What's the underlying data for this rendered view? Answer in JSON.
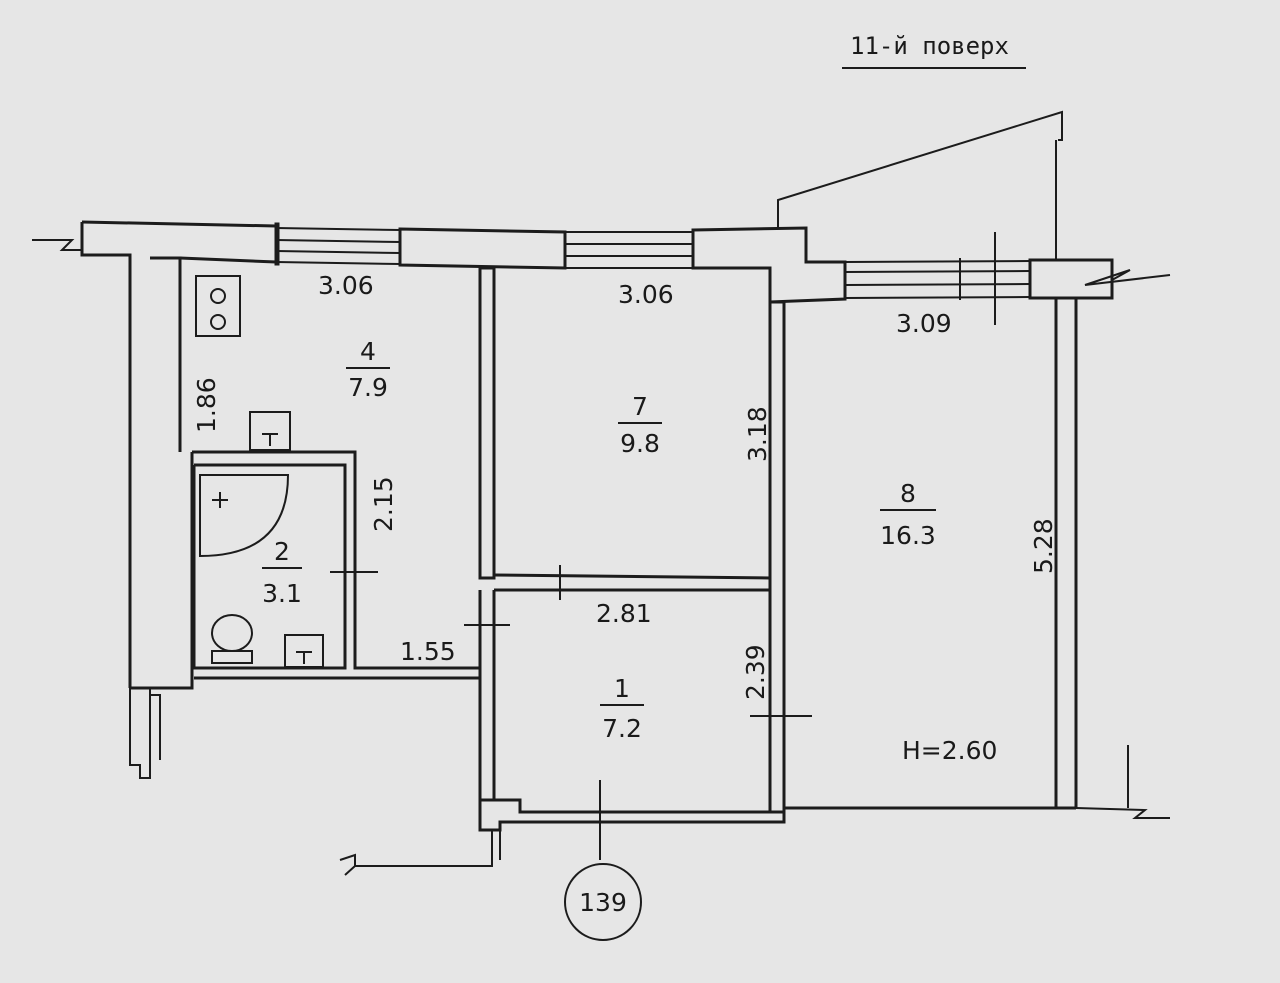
{
  "floor_title": "11-й поверх",
  "plan_number": "139",
  "ceiling_height": "H=2.60",
  "rooms": [
    {
      "id": "4",
      "area": "7.9"
    },
    {
      "id": "7",
      "area": "9.8"
    },
    {
      "id": "8",
      "area": "16.3"
    },
    {
      "id": "2",
      "area": "3.1"
    },
    {
      "id": "1",
      "area": "7.2"
    }
  ],
  "dimensions": {
    "room4_width": "3.06",
    "room7_width": "3.06",
    "room8_width": "3.09",
    "room4_depth": "1.86",
    "room7_depth": "3.18",
    "room8_depth": "5.28",
    "bath_depth": "2.15",
    "bath_side": "1.55",
    "hall_width": "2.81",
    "hall_depth": "2.39"
  }
}
